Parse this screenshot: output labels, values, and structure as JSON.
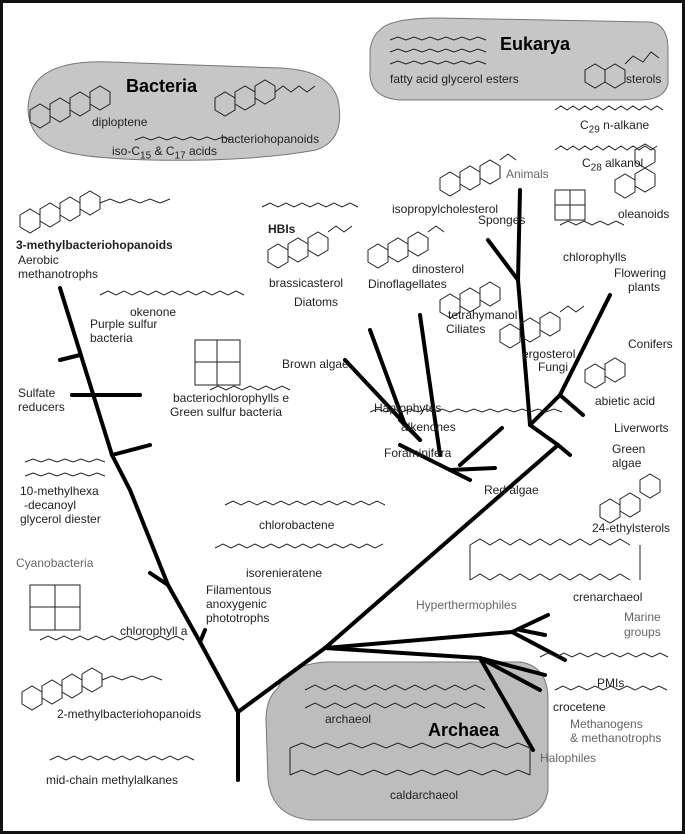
{
  "domains": {
    "bacteria": {
      "title": "Bacteria",
      "items": [
        "diploptene",
        "bacteriohopanoids"
      ],
      "acids_prefix": "iso-C",
      "acids_sub1": "15",
      "acids_mid": " & C",
      "acids_sub2": "17",
      "acids_suffix": " acids"
    },
    "eukarya": {
      "title": "Eukarya",
      "items": [
        "fatty acid glycerol esters",
        "sterols"
      ]
    },
    "archaea": {
      "title": "Archaea",
      "items": [
        "archaeol",
        "caldarchaeol"
      ]
    }
  },
  "compounds": {
    "c29_prefix": "C",
    "c29_sub": "29",
    "c29_suffix": " n-alkane",
    "c28_prefix": "C",
    "c28_sub": "28",
    "c28_suffix": " alkanol",
    "mbh3": "3-methylbacteriohopanoids",
    "hbis": "HBIs",
    "isopropylcholesterol": "isopropylcholesterol",
    "chlorophylls": "chlorophylls",
    "oleanoids": "oleanoids",
    "brassicasterol": "brassicasterol",
    "dinosterol": "dinosterol",
    "tetrahymanol": "tetrahymanol",
    "okenone": "okenone",
    "ergosterol": "ergosterol",
    "bchl_e": "bacteriochlorophylls e",
    "abietic": "abietic acid",
    "alkenones": "alkenones",
    "diester1": "10-methylhexa",
    "diester2": "-decanoyl",
    "diester3": "glycerol diester",
    "ethylsterols": "24-ethylsterols",
    "chlorobactene": "chlorobactene",
    "isorenieratene": "isorenieratene",
    "crenarchaeol": "crenarchaeol",
    "chlorophyll_a": "chlorophyll a",
    "pmis": "PMIs",
    "crocetene": "crocetene",
    "mbh2": "2-methylbacteriohopanoids",
    "methylalkanes": "mid-chain methylalkanes"
  },
  "taxa": {
    "aerobic": "Aerobic",
    "methanotrophs": "methanotrophs",
    "purple1": "Purple sulfur",
    "purple2": "bacteria",
    "sulfate1": "Sulfate",
    "sulfate2": "reducers",
    "green_sulfur": "Green sulfur bacteria",
    "cyanobacteria": "Cyanobacteria",
    "filamentous1": "Filamentous",
    "filamentous2": "anoxygenic",
    "filamentous3": "phototrophs",
    "animals": "Animals",
    "sponges": "Sponges",
    "diatoms": "Diatoms",
    "dinoflagellates": "Dinoflagellates",
    "ciliates": "Ciliates",
    "fungi": "Fungi",
    "flowering1": "Flowering",
    "flowering2": "plants",
    "brown_algae": "Brown algae",
    "conifers": "Conifers",
    "haptophytes": "Haptophytes",
    "liverworts": "Liverworts",
    "green1": "Green",
    "green2": "algae",
    "foraminifera": "Foraminifera",
    "red_algae": "Red algae",
    "hyperthermophiles": "Hyperthermophiles",
    "marine1": "Marine",
    "marine2": "groups",
    "methanogens1": "Methanogens",
    "methanogens2": "& methanotrophs",
    "halophiles": "Halophiles"
  }
}
